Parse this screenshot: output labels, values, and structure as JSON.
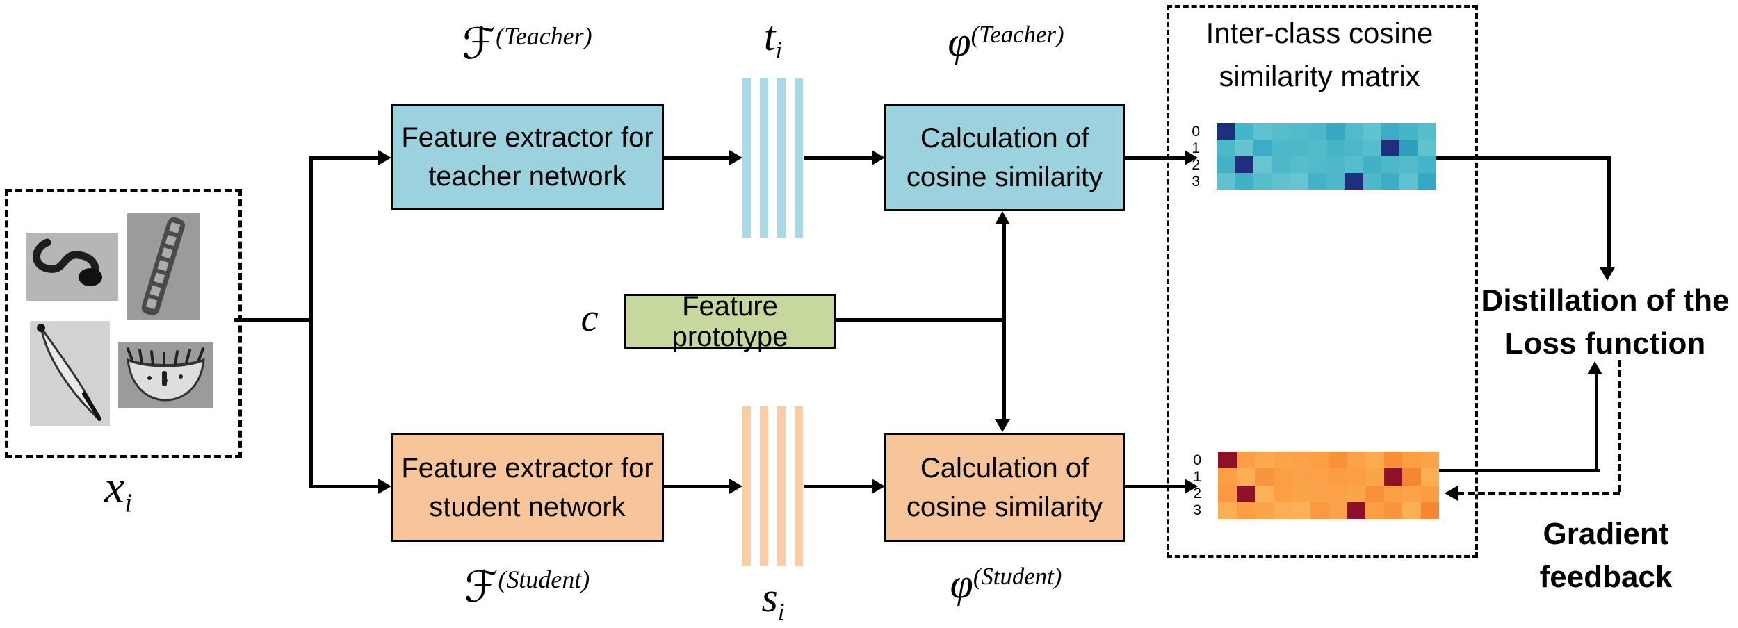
{
  "diagram": {
    "input": {
      "symbol_base": "x",
      "symbol_sub": "i",
      "images": [
        "plankton-worm",
        "plankton-chain-diatom",
        "plankton-pennate-diatom",
        "plankton-bowl-organism"
      ]
    },
    "teacher": {
      "extractor_line1": "Feature extractor for",
      "extractor_line2": "teacher network",
      "extractor_symbol_base": "ℱ",
      "extractor_symbol_sup": "(Teacher)",
      "features_base": "t",
      "features_sub": "i",
      "cosine_line1": "Calculation of",
      "cosine_line2": "cosine similarity",
      "cosine_symbol_base": "φ",
      "cosine_symbol_sup": "(Teacher)"
    },
    "student": {
      "extractor_line1": "Feature extractor for",
      "extractor_line2": "student network",
      "extractor_symbol_base": "ℱ",
      "extractor_symbol_sup": "(Student)",
      "features_base": "s",
      "features_sub": "i",
      "cosine_line1": "Calculation of",
      "cosine_line2": "cosine similarity",
      "cosine_symbol_base": "φ",
      "cosine_symbol_sup": "(Student)"
    },
    "prototype": {
      "symbol": "c",
      "label": "Feature prototype"
    },
    "matrix_panel": {
      "title_line1": "Inter-class cosine",
      "title_line2": "similarity matrix",
      "row_labels": [
        "0",
        "1",
        "2",
        "3"
      ],
      "teacher_matrix_colors": [
        [
          "#1F2F7D",
          "#47B5C8",
          "#5FC2CE",
          "#55BDCB",
          "#51BBC9",
          "#4DB8C8",
          "#35A9C4",
          "#51BBC9",
          "#60C3CF",
          "#3CADC5",
          "#47B5C8",
          "#55BDCB"
        ],
        [
          "#4DB8C8",
          "#64C4D0",
          "#3CADC5",
          "#4DB8C8",
          "#4DB8C8",
          "#51BBC9",
          "#47B5C8",
          "#4DB8C8",
          "#55BDCB",
          "#1F2F7D",
          "#2F9FBE",
          "#5FC2CE"
        ],
        [
          "#43B2C6",
          "#1F2F7D",
          "#67C5D1",
          "#4DB8C8",
          "#55BDCB",
          "#51BBC9",
          "#4DB8C8",
          "#55BDCB",
          "#41B1C6",
          "#4DB8C8",
          "#51BBC9",
          "#47B5C8"
        ],
        [
          "#5FC2CE",
          "#41B1C6",
          "#55BDCB",
          "#5FC2CE",
          "#67C5D1",
          "#43B2C6",
          "#4DB8C8",
          "#1F2F7D",
          "#4DB8C8",
          "#3CADC5",
          "#5FC2CE",
          "#35A9C4"
        ]
      ],
      "student_matrix_colors": [
        [
          "#8E1127",
          "#FB9E44",
          "#FCA94F",
          "#FBA54B",
          "#FBA24A",
          "#FB9E44",
          "#F8923A",
          "#FBA24A",
          "#FCAB52",
          "#F88E36",
          "#FB9E44",
          "#FBA54B"
        ],
        [
          "#FB9E44",
          "#FCAE55",
          "#F99540",
          "#FB9E44",
          "#FBA14A",
          "#FBA24A",
          "#FB9D43",
          "#FB9E44",
          "#FBA54B",
          "#8E1127",
          "#F8862F",
          "#FCAE55"
        ],
        [
          "#FA9941",
          "#8E1127",
          "#FCB057",
          "#FB9E44",
          "#FBA54B",
          "#FBA24A",
          "#FBA14A",
          "#FBA54B",
          "#F8923A",
          "#FB9E44",
          "#FBA24A",
          "#FB9D43"
        ],
        [
          "#FCAE55",
          "#FB9D43",
          "#FBA54B",
          "#FCAE55",
          "#FCB057",
          "#FA9941",
          "#FBA14A",
          "#8E1127",
          "#FB9E44",
          "#F99540",
          "#FCAE55",
          "#F8862F"
        ]
      ]
    },
    "outputs": {
      "distillation_line1": "Distillation of the",
      "distillation_line2": "Loss function",
      "feedback_label": "Gradient feedback"
    },
    "colors": {
      "teacher_fill": "#9CD1DE",
      "student_fill": "#F8C499",
      "prototype_fill": "#C7D89E",
      "teacher_bars": "#A9D8E6",
      "student_bars": "#FACDA6",
      "matrix_dark_blue": "#1F2F7D",
      "matrix_dark_red": "#8E1127",
      "line_color": "#000000"
    }
  }
}
